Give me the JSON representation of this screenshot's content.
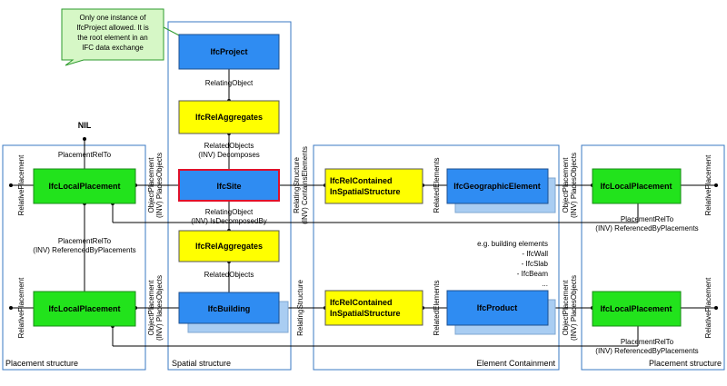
{
  "colors": {
    "blue_fill": "#2f8cf2",
    "blue_shadow": "#a9cdf2",
    "green_fill": "#22e31c",
    "yellow_fill": "#ffff00",
    "note_fill": "#d6f7c6",
    "note_border": "#2e9b2e",
    "region_border": "#3a78c3",
    "highlight_border": "#e0102a",
    "line": "#000000"
  },
  "note": {
    "lines": [
      "Only one instance of",
      "IfcProject allowed. It is",
      "the root element in an",
      "IFC data exchange"
    ]
  },
  "regions": {
    "placement_left": "Placement structure",
    "spatial": "Spatial structure",
    "element": "Element Containment",
    "placement_right": "Placement structure"
  },
  "boxes": {
    "project": "IfcProject",
    "rel_agg_top": "IfcRelAggregates",
    "site": "IfcSite",
    "rel_agg_bottom": "IfcRelAggregates",
    "building": "IfcBuilding",
    "local_left_top": "IfcLocalPlacement",
    "local_left_bottom": "IfcLocalPlacement",
    "rel_contained_top": [
      "IfcRelContained",
      "InSpatialStructure"
    ],
    "rel_contained_bottom": [
      "IfcRelContained",
      "InSpatialStructure"
    ],
    "geographic": "IfcGeographicElement",
    "product": "IfcProduct",
    "local_right_top": "IfcLocalPlacement",
    "local_right_bottom": "IfcLocalPlacement"
  },
  "labels": {
    "nil": "NIL",
    "placement_rel_to": "PlacementRelTo",
    "relative_placement": "RelativePlacement",
    "placement_rel_to_inv": [
      "PlacementRelTo",
      "(INV) ReferencedByPlacements"
    ],
    "relating_object_top": "RelatingObject",
    "related_objects_top": [
      "RelatedObjects",
      "(INV) Decomposes"
    ],
    "relating_object_site": [
      "RelatingObject",
      "(INV) IsDecomposedBy"
    ],
    "related_objects_bottom": "RelatedObjects",
    "object_placement_places": [
      "ObjectPlacement",
      "(INV) PlacesObjects"
    ],
    "relating_structure_contains": [
      "RelatingStructure",
      "(INV) ContainsElements"
    ],
    "relating_structure": "RelatingStructure",
    "related_elements": "RelatedElements",
    "building_elements": [
      "e.g. building elements",
      "- IfcWall",
      "- IfcSlab",
      "- IfcBeam",
      "..."
    ]
  }
}
